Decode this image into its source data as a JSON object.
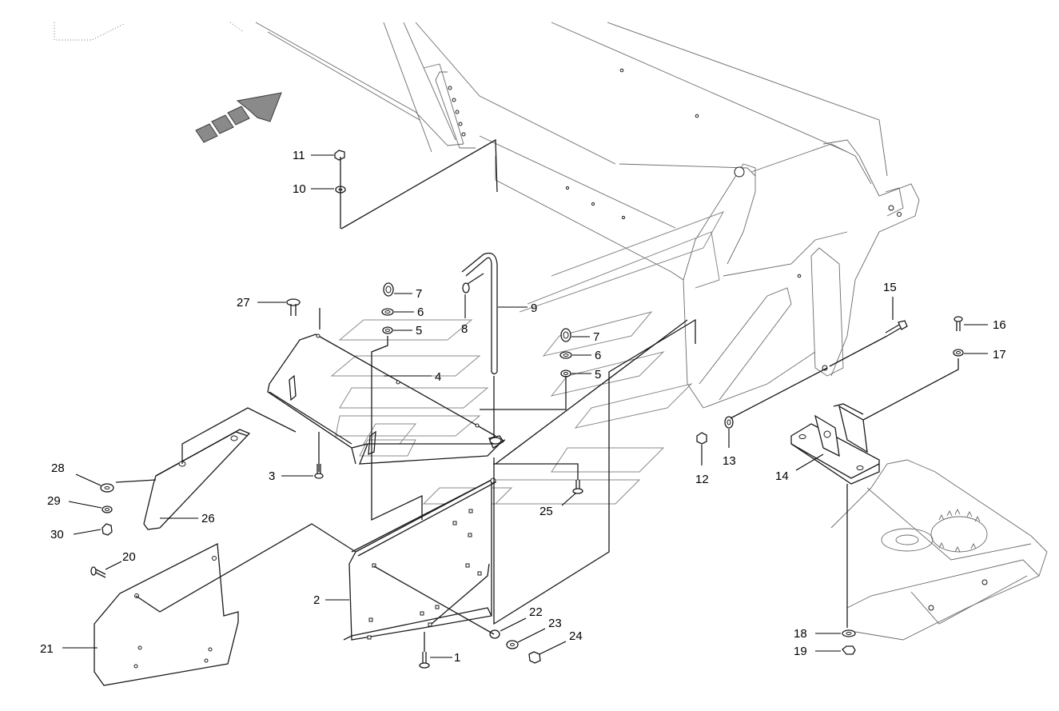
{
  "diagram": {
    "type": "exploded parts diagram",
    "callouts": [
      {
        "id": "1",
        "label": "1"
      },
      {
        "id": "2",
        "label": "2"
      },
      {
        "id": "3",
        "label": "3"
      },
      {
        "id": "4",
        "label": "4"
      },
      {
        "id": "5a",
        "label": "5"
      },
      {
        "id": "5b",
        "label": "5"
      },
      {
        "id": "6a",
        "label": "6"
      },
      {
        "id": "6b",
        "label": "6"
      },
      {
        "id": "7a",
        "label": "7"
      },
      {
        "id": "7b",
        "label": "7"
      },
      {
        "id": "8",
        "label": "8"
      },
      {
        "id": "9",
        "label": "9"
      },
      {
        "id": "10",
        "label": "10"
      },
      {
        "id": "11",
        "label": "11"
      },
      {
        "id": "12",
        "label": "12"
      },
      {
        "id": "13",
        "label": "13"
      },
      {
        "id": "14",
        "label": "14"
      },
      {
        "id": "15",
        "label": "15"
      },
      {
        "id": "16",
        "label": "16"
      },
      {
        "id": "17",
        "label": "17"
      },
      {
        "id": "18",
        "label": "18"
      },
      {
        "id": "19",
        "label": "19"
      },
      {
        "id": "20",
        "label": "20"
      },
      {
        "id": "21",
        "label": "21"
      },
      {
        "id": "22",
        "label": "22"
      },
      {
        "id": "23",
        "label": "23"
      },
      {
        "id": "24",
        "label": "24"
      },
      {
        "id": "25",
        "label": "25"
      },
      {
        "id": "26",
        "label": "26"
      },
      {
        "id": "27",
        "label": "27"
      },
      {
        "id": "28",
        "label": "28"
      },
      {
        "id": "29",
        "label": "29"
      },
      {
        "id": "30",
        "label": "30"
      }
    ],
    "direction_arrow_icon": "travel-direction-arrow-icon",
    "line_color": "#1a1a1a",
    "background_color": "#ffffff"
  }
}
